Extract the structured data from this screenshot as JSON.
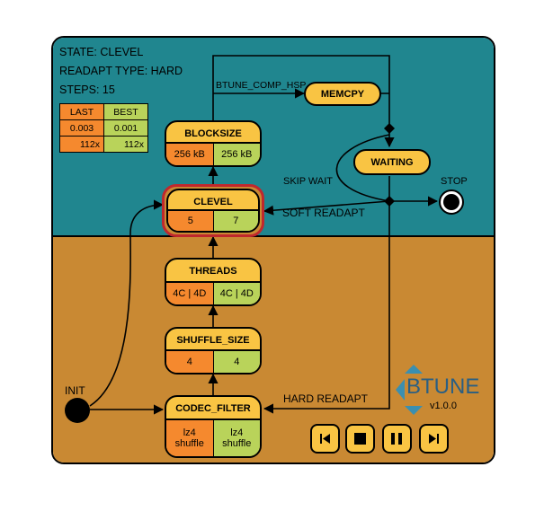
{
  "info": {
    "state": "STATE: CLEVEL",
    "readapt": "READAPT TYPE: HARD",
    "steps": "STEPS: 15"
  },
  "scores": {
    "headers": [
      "LAST",
      "BEST"
    ],
    "rows": [
      [
        "0.003",
        "0.001"
      ],
      [
        "112x",
        "112x"
      ]
    ]
  },
  "states": {
    "blocksize": {
      "title": "BLOCKSIZE",
      "left": "256 kB",
      "right": "256 kB"
    },
    "clevel": {
      "title": "CLEVEL",
      "left": "5",
      "right": "7"
    },
    "threads": {
      "title": "THREADS",
      "left": "4C | 4D",
      "right": "4C | 4D"
    },
    "shuffle_size": {
      "title": "SHUFFLE_SIZE",
      "left": "4",
      "right": "4"
    },
    "codec_filter": {
      "title": "CODEC_FILTER",
      "left_1": "lz4",
      "left_2": "shuffle",
      "right_1": "lz4",
      "right_2": "shuffle"
    },
    "memcpy": "MEMCPY",
    "waiting": "WAITING"
  },
  "labels": {
    "btune_comp_hsp": "BTUNE_COMP_HSP",
    "skip_wait": "SKIP WAIT",
    "soft_readapt": "SOFT READAPT",
    "hard_readapt": "HARD READAPT",
    "stop": "STOP",
    "init": "INIT"
  },
  "logo": {
    "text": "BTUNE",
    "version": "v1.0.0"
  },
  "colors": {
    "teal": "#20868f",
    "orange_bg": "#c98933",
    "state_yellow": "#f9c443",
    "cell_orange": "#f5892e",
    "cell_green": "#b9d35a",
    "highlight": "#c0282d"
  }
}
